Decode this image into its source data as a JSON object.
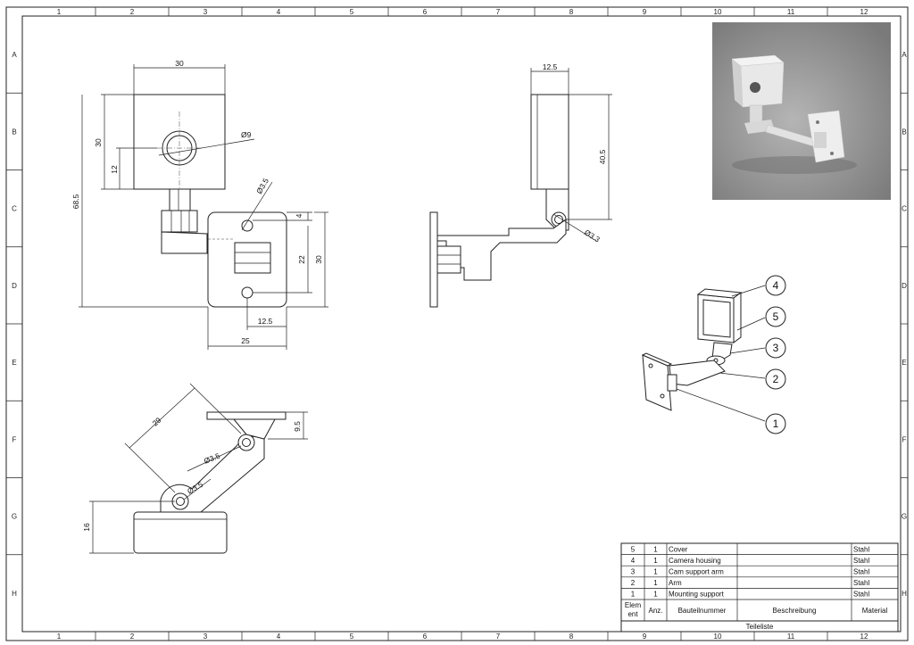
{
  "grid": {
    "columns": [
      "1",
      "2",
      "3",
      "4",
      "5",
      "6",
      "7",
      "8",
      "9",
      "10",
      "11",
      "12"
    ],
    "rows": [
      "A",
      "B",
      "C",
      "D",
      "E",
      "F",
      "G",
      "H"
    ]
  },
  "dimensions": {
    "front": {
      "width": "30",
      "height_upper": "30",
      "hole_offset": "12",
      "total_height": "68.5",
      "hole_dia": "Ø9",
      "pin_dia": "Ø3.5",
      "small_offset": "4",
      "plate_height": "30",
      "hole_spacing": "22",
      "hole_x": "12.5",
      "plate_width": "25"
    },
    "side": {
      "width": "12.5",
      "height": "40.5",
      "pin_dia": "Ø3.3"
    },
    "top": {
      "arm_length": "29",
      "pin1_dia": "Ø3.5",
      "pin2_dia": "Ø3.5",
      "plate_thk": "9.5",
      "housing_thk": "16"
    }
  },
  "balloons": [
    "4",
    "5",
    "3",
    "2",
    "1"
  ],
  "bom": {
    "rows": [
      {
        "element": "5",
        "qty": "1",
        "part_number": "Cover",
        "description": "",
        "material": "Stahl"
      },
      {
        "element": "4",
        "qty": "1",
        "part_number": "Camera housing",
        "description": "",
        "material": "Stahl"
      },
      {
        "element": "3",
        "qty": "1",
        "part_number": "Cam support arm",
        "description": "",
        "material": "Stahl"
      },
      {
        "element": "2",
        "qty": "1",
        "part_number": "Arm",
        "description": "",
        "material": "Stahl"
      },
      {
        "element": "1",
        "qty": "1",
        "part_number": "Mounting support",
        "description": "",
        "material": "Stahl"
      }
    ],
    "headers": {
      "element_line1": "Elem",
      "element_line2": "ent",
      "qty": "Anz.",
      "part_number": "Bauteilnummer",
      "description": "Beschreibung",
      "material": "Material"
    },
    "title": "Teileliste"
  },
  "colors": {
    "line": "#222222",
    "render_bg": "#8f8f8f",
    "paper": "#ffffff"
  }
}
